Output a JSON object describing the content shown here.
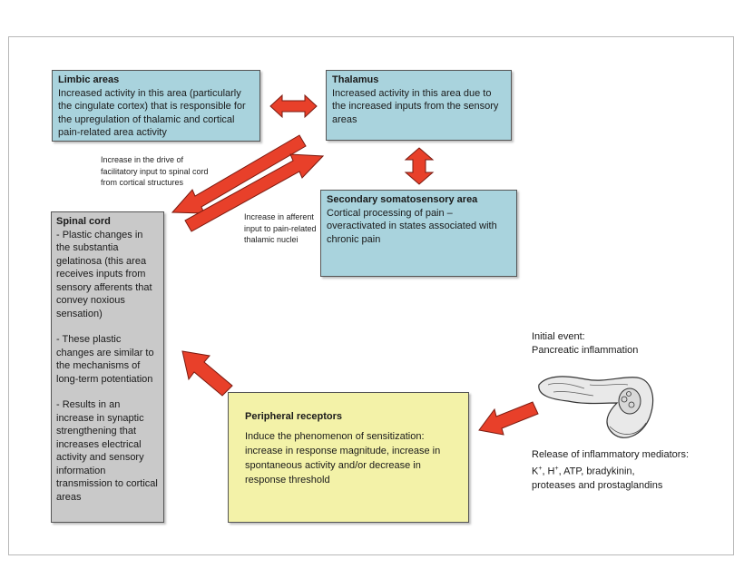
{
  "limbic": {
    "title": "Limbic areas",
    "body": "Increased activity in this area (particularly the cingulate cortex) that is responsible for the upregulation of thalamic and cortical pain-related area activity"
  },
  "thalamus": {
    "title": "Thalamus",
    "body": "Increased activity in this area due to the increased inputs from the sensory areas"
  },
  "secondary": {
    "title": "Secondary somatosensory area",
    "body": "Cortical processing of pain – overactivated in states associated with chronic pain"
  },
  "spinal": {
    "title": "Spinal cord",
    "points": [
      "- Plastic changes in the substantia gelatinosa (this area receives inputs from sensory afferents that convey noxious sensation)",
      "- These plastic changes are similar to the mechanisms of long-term potentiation",
      "- Results in an increase in synaptic strengthening that increases electrical activity and sensory information transmission to cortical areas"
    ]
  },
  "peripheral": {
    "title": "Peripheral receptors",
    "body": "Induce the phenomenon of sensitization: increase in response magnitude, increase in spontaneous activity and/or decrease in response threshold"
  },
  "notes": {
    "facilitatory": "Increase in the drive of facilitatory input to spinal cord from cortical structures",
    "afferent": "Increase in afferent input to pain-related thalamic nuclei"
  },
  "initial_event": {
    "label": "Initial event:",
    "value": "Pancreatic inflammation"
  },
  "release": {
    "label": "Release of inflammatory mediators:",
    "line2_pre": "K",
    "line2_mid": ", H",
    "line2_post": ", ATP, bradykinin,",
    "line3": "proteases and prostaglandins"
  },
  "colors": {
    "blue_box": "#a9d3dd",
    "gray_box": "#c9c9c9",
    "yellow_box": "#f3f2a8",
    "arrow": "#e8402a"
  }
}
